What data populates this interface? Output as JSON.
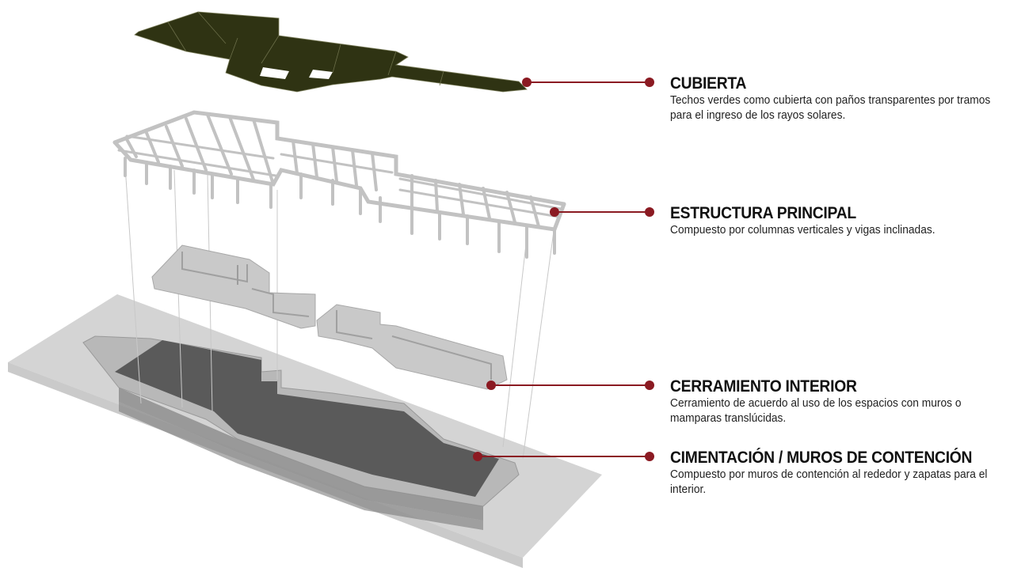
{
  "layers": [
    {
      "id": "cubierta",
      "title": "CUBIERTA",
      "description": "Techos verdes como cubierta con paños transparentes por tramos para el ingreso de los rayos solares."
    },
    {
      "id": "estructura",
      "title": "ESTRUCTURA PRINCIPAL",
      "description": "Compuesto por columnas verticales y vigas inclinadas."
    },
    {
      "id": "cerramiento",
      "title": "CERRAMIENTO INTERIOR",
      "description": "Cerramiento de acuerdo al uso de los espacios con muros o mamparas translúcidas."
    },
    {
      "id": "cimentacion",
      "title": "CIMENTACIÓN / MUROS DE CONTENCIÓN",
      "description": "Compuesto por muros de contención al rededor y zapatas para el interior."
    }
  ],
  "colors": {
    "leader": "#8b1a22",
    "roof": "#2f3313",
    "structure": "#cfcfcf",
    "walls": "#c4c4c4",
    "foundation_slab": "#c9c9c9",
    "foundation_floor": "#555555"
  }
}
